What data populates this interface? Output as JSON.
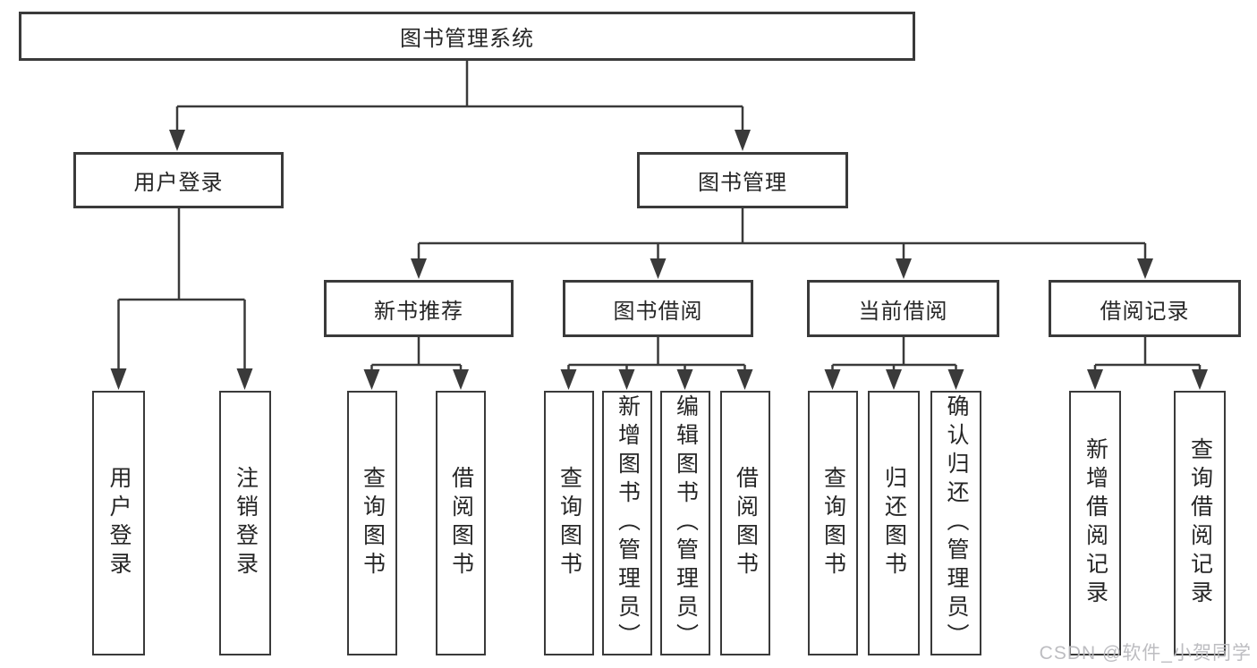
{
  "diagram_title": "图书管理系统",
  "tree": {
    "label": "图书管理系统",
    "children": [
      {
        "label": "用户登录",
        "children": [
          {
            "label": "用户登录"
          },
          {
            "label": "注销登录"
          }
        ]
      },
      {
        "label": "图书管理",
        "children": [
          {
            "label": "新书推荐",
            "children": [
              {
                "label": "查询图书"
              },
              {
                "label": "借阅图书"
              }
            ]
          },
          {
            "label": "图书借阅",
            "children": [
              {
                "label": "查询图书"
              },
              {
                "label": "新增图书（管理员）"
              },
              {
                "label": "编辑图书（管理员）"
              },
              {
                "label": "借阅图书"
              }
            ]
          },
          {
            "label": "当前借阅",
            "children": [
              {
                "label": "查询图书"
              },
              {
                "label": "归还图书"
              },
              {
                "label": "确认归还（管理员）"
              }
            ]
          },
          {
            "label": "借阅记录",
            "children": [
              {
                "label": "新增借阅记录"
              },
              {
                "label": "查询借阅记录"
              }
            ]
          }
        ]
      }
    ]
  },
  "watermark": "CSDN @软件_小贺同学",
  "colors": {
    "line": "#3a3a3a",
    "box_border": "#3a3a3a",
    "box_fill": "#ffffff",
    "text": "#262626",
    "watermark": "#b9b9be",
    "background": "#ffffff"
  }
}
